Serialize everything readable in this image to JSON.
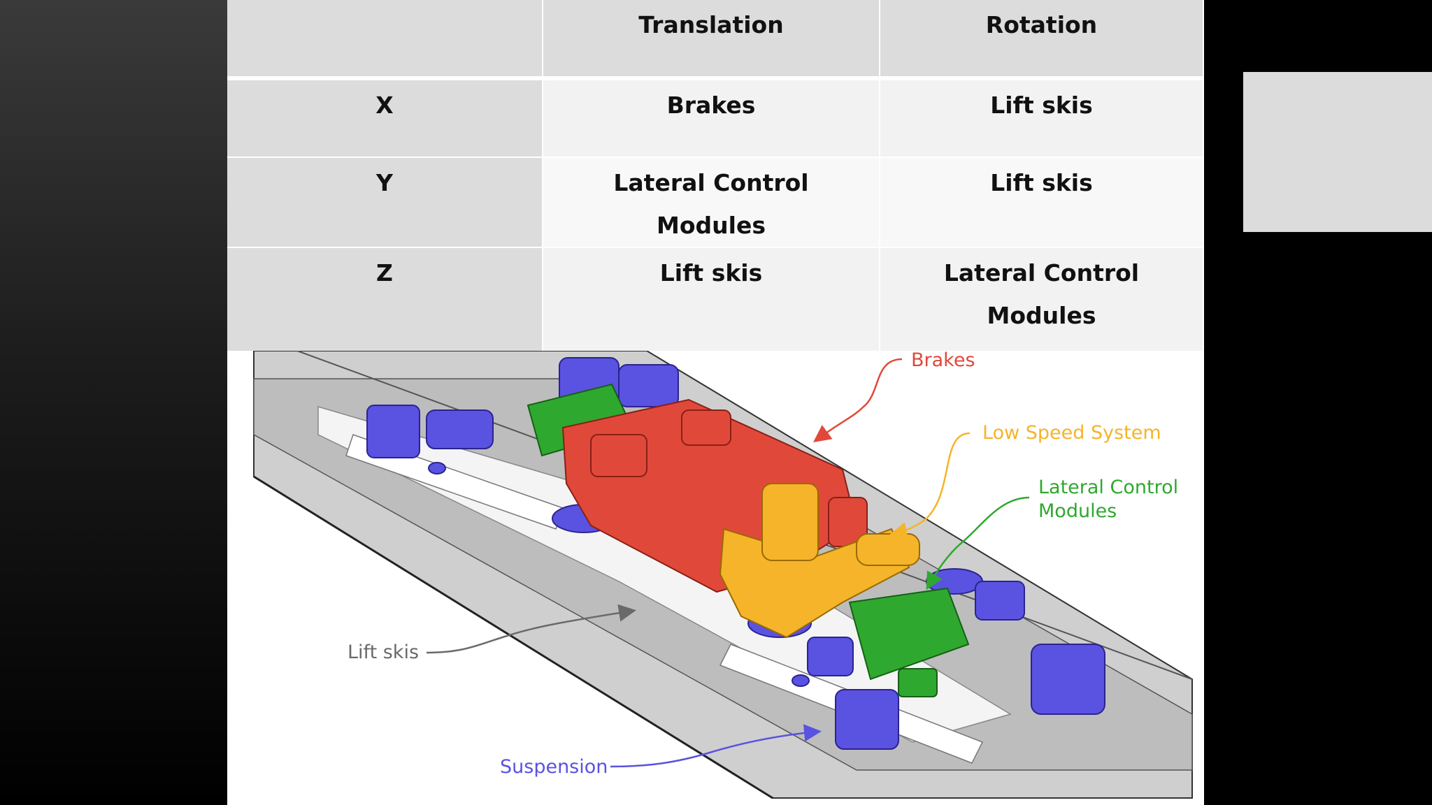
{
  "table": {
    "header": [
      "",
      "Translation",
      "Rotation"
    ],
    "rows": [
      {
        "axis": "X",
        "translation": "Brakes",
        "rotation": "Lift skis"
      },
      {
        "axis": "Y",
        "translation": "Lateral Control Modules",
        "rotation": "Lift skis"
      },
      {
        "axis": "Z",
        "translation": "Lift skis",
        "rotation": "Lateral Control Modules"
      }
    ]
  },
  "figure": {
    "labels": {
      "brakes": "Brakes",
      "low_speed_system": "Low Speed System",
      "lateral_control_line1": "Lateral Control",
      "lateral_control_line2": "Modules",
      "lift_skis": "Lift skis",
      "suspension": "Suspension"
    },
    "colors": {
      "brakes": "#e0493a",
      "low_speed_system": "#f5b42a",
      "lateral_control": "#2fa82f",
      "lift_skis": "#6a6a6a",
      "suspension": "#5a52e0"
    }
  }
}
